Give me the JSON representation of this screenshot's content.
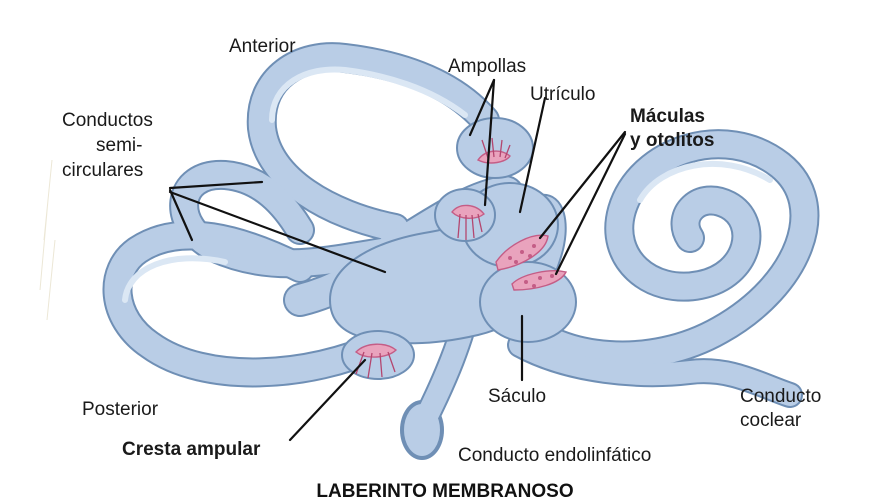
{
  "labels": {
    "anterior": "Anterior",
    "conductos_line1": "Conductos",
    "conductos_line2": "semi-",
    "conductos_line3": "circulares",
    "ampollas": "Ampollas",
    "utriculo": "Utrículo",
    "maculas_line1": "Máculas",
    "maculas_line2": "y otolitos",
    "posterior": "Posterior",
    "cresta_ampular": "Cresta ampular",
    "saculo": "Sáculo",
    "conducto_coclear_line1": "Conducto",
    "conducto_coclear_line2": "coclear",
    "conducto_endolinfatico": "Conducto endolinfático"
  },
  "title": "LABERINTO MEMBRANOSO",
  "colors": {
    "membrane_fill": "#b9cde6",
    "membrane_edge": "#6f8fb5",
    "sensory_tissue": "#e9a3bd"
  }
}
